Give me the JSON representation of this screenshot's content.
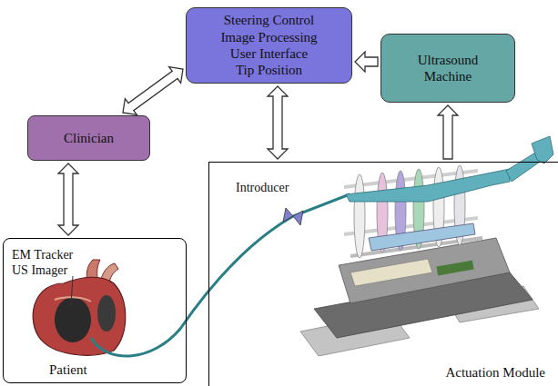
{
  "diagram": {
    "nodes": [
      {
        "text": [
          "Steering Control",
          "Image Processing",
          "User Interface",
          "Tip Position"
        ]
      },
      {
        "text": [
          "Ultrasound Machine"
        ]
      },
      {
        "text": [
          "Clinician"
        ]
      },
      {
        "text": [
          "Patient"
        ]
      },
      {
        "text": [
          "Actuation Module"
        ]
      }
    ],
    "edges": [
      {
        "from": 2,
        "to": 0,
        "arrow": "both"
      },
      {
        "from": 1,
        "to": 0,
        "arrow": "to"
      },
      {
        "from": 0,
        "to": 4,
        "arrow": "both"
      },
      {
        "from": 4,
        "to": 1,
        "arrow": "to"
      },
      {
        "from": 2,
        "to": 3,
        "arrow": "both"
      }
    ],
    "labels": [
      "Introducer",
      "EM Tracker",
      "US Imager"
    ]
  }
}
